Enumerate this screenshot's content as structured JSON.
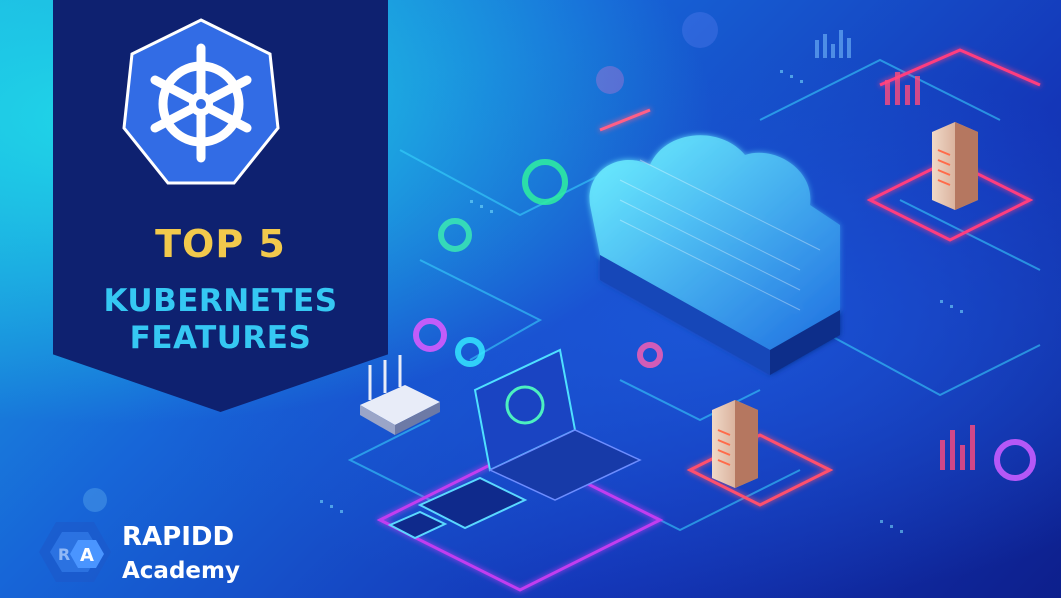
{
  "banner": {
    "logo_icon": "kubernetes-helm-wheel-icon",
    "logo_color": "#326ce5",
    "title": "TOP 5",
    "subtitle_line1": "KUBERNETES",
    "subtitle_line2": "FEATURES",
    "title_color": "#f2c94c",
    "subtitle_color": "#35c8f3"
  },
  "brand": {
    "icon": "rapidd-hexagon-logo-icon",
    "name": "RAPIDD",
    "sub": "Academy"
  },
  "illustration": {
    "icons": [
      "cloud-server-icon",
      "router-icon",
      "laptop-shield-icon",
      "server-tower-icon",
      "tablet-icon",
      "phone-icon"
    ]
  }
}
